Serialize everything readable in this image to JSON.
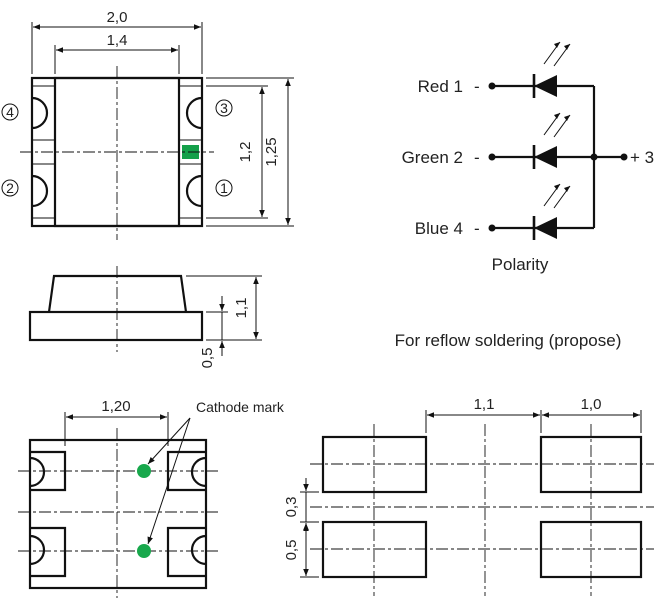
{
  "top_view": {
    "dim_width_total": "2,0",
    "dim_width_inner": "1,4",
    "dim_height_inner": "1,2",
    "dim_height_total": "1,25",
    "pins": [
      "4",
      "3",
      "2",
      "1"
    ],
    "mark_color": "#14a04a"
  },
  "side_view": {
    "dim_height": "1,1",
    "dim_base": "0,5"
  },
  "bottom_view": {
    "dim_pitch": "1,20",
    "cathode_label": "Cathode mark",
    "dot_color": "#18a84c"
  },
  "schematic": {
    "channels": [
      "Red 1",
      "Green 2",
      "Blue 4"
    ],
    "minus": "-",
    "common": "+ 3",
    "caption": "Polarity"
  },
  "reflow": {
    "title": "For reflow soldering (propose)",
    "dim_gap": "1,1",
    "dim_pad_w": "1,0",
    "dim_pad_gap": "0,3",
    "dim_pad_h": "0,5"
  }
}
